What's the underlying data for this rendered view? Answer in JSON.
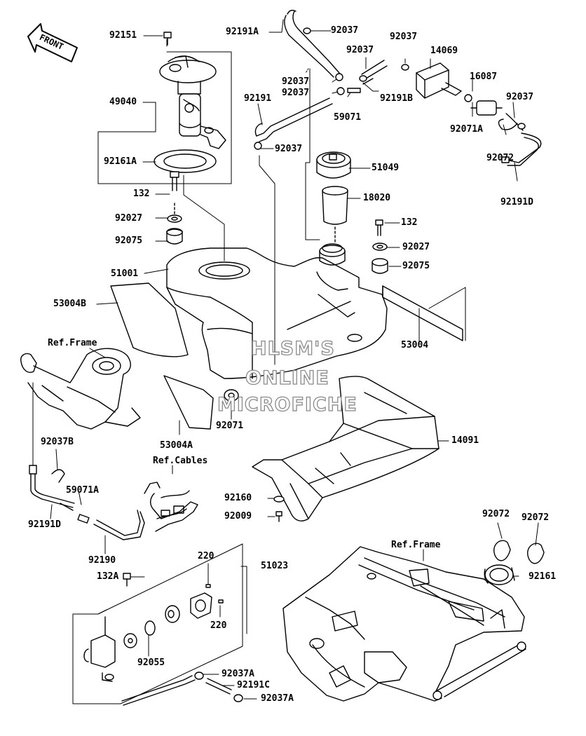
{
  "watermark": {
    "line1": "HLSM'S",
    "line2": "ONLINE",
    "line3": "MICROFICHE"
  },
  "front_arrow": {
    "label": "FRONT"
  },
  "refs": {
    "frame_top": "Ref.Frame",
    "cables": "Ref.Cables",
    "frame_bottom": "Ref.Frame"
  },
  "parts": {
    "p92151": "92151",
    "p49040": "49040",
    "p92161A": "92161A",
    "p132_top": "132",
    "p92027_left": "92027",
    "p92075_left": "92075",
    "p51001": "51001",
    "p53004B": "53004B",
    "p92191A": "92191A",
    "p92037_top": "92037",
    "p92037_mid1": "92037",
    "p92037_mid2": "92037",
    "p92037_mid3": "92037",
    "p92037_mid4": "92037",
    "p14069": "14069",
    "p92191B": "92191B",
    "p59071": "59071",
    "p92191": "92191",
    "p92037_hose": "92037",
    "p16087": "16087",
    "p92037_right": "92037",
    "p92071A": "92071A",
    "p92072_top": "92072",
    "p92191D_right": "92191D",
    "p51049": "51049",
    "p18020": "18020",
    "p132_right": "132",
    "p92027_right": "92027",
    "p92075_right": "92075",
    "p53004": "53004",
    "p92071": "92071",
    "p53004A": "53004A",
    "p14091": "14091",
    "p92037B": "92037B",
    "p59071A": "59071A",
    "p92191D_left": "92191D",
    "p92190": "92190",
    "p92160": "92160",
    "p92009": "92009",
    "p92072_b1": "92072",
    "p92072_b2": "92072",
    "p92161": "92161",
    "p132A": "132A",
    "p51023": "51023",
    "p220_top": "220",
    "p220_bottom": "220",
    "p92055": "92055",
    "p92037A_1": "92037A",
    "p92191C": "92191C",
    "p92037A_2": "92037A"
  }
}
